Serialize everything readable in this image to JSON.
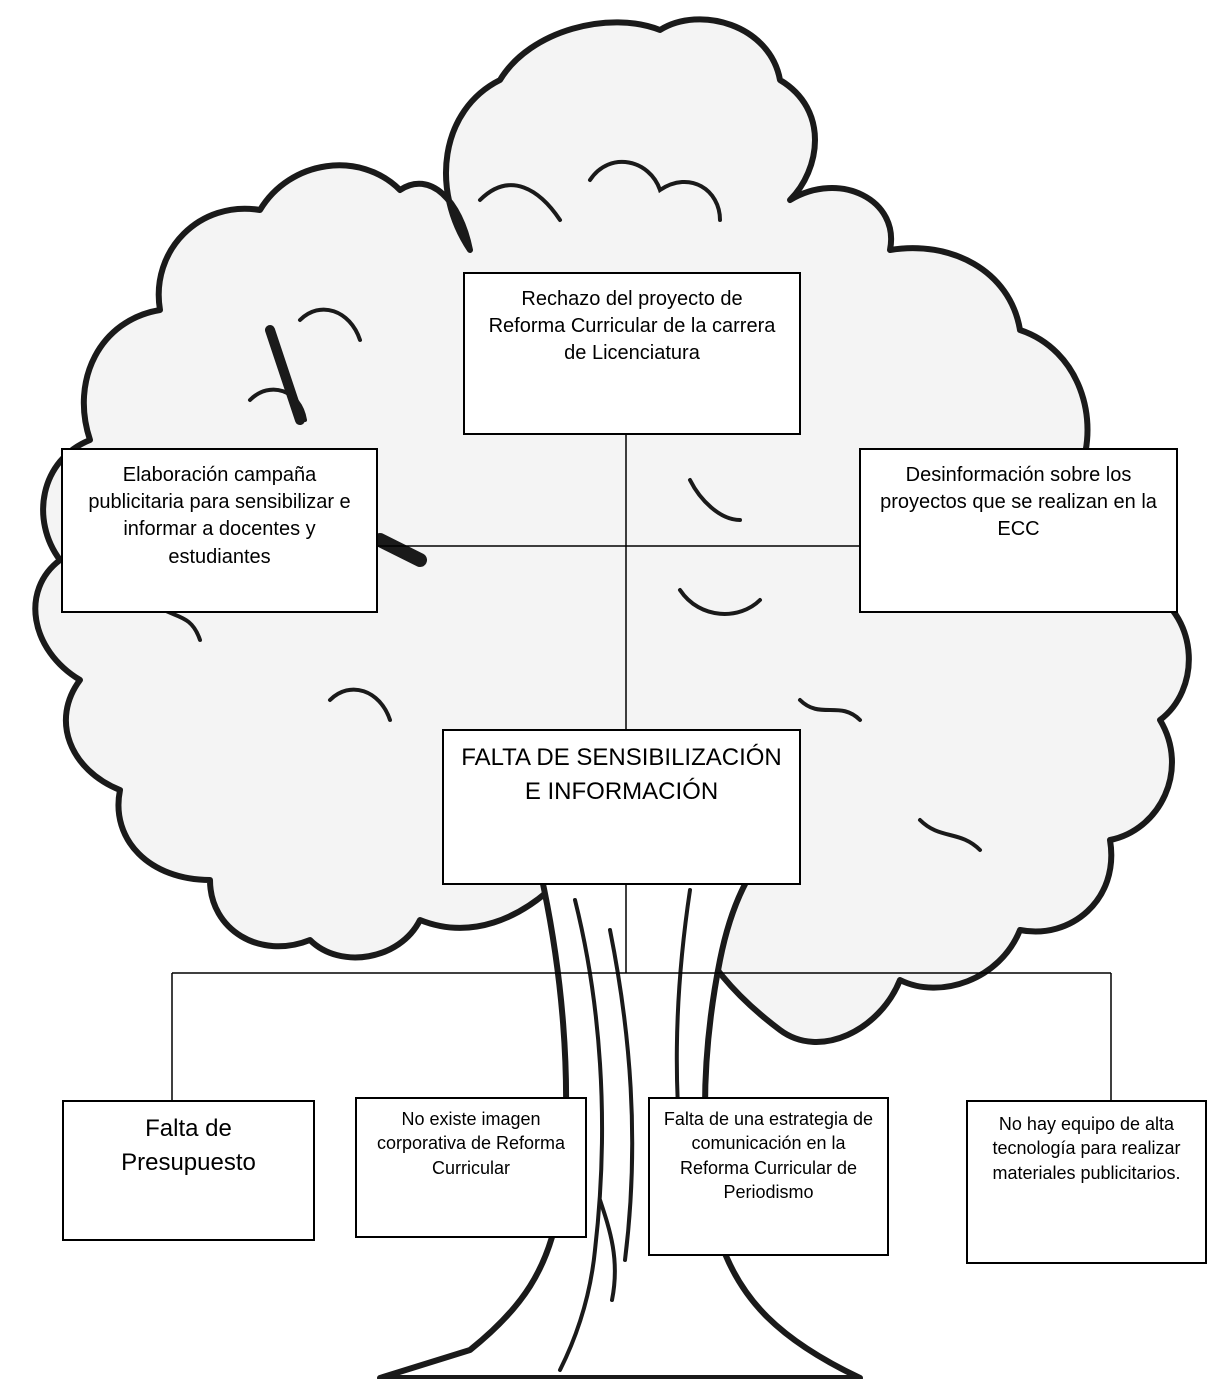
{
  "diagram": {
    "effect": {
      "text": "Rechazo del proyecto de Reforma Curricular de la carrera de Licenciatura"
    },
    "solution": {
      "text": "Elaboración campaña publicitaria para sensibilizar e informar a docentes y estudiantes"
    },
    "consequence": {
      "text": "Desinformación sobre los proyectos que se realizan en la ECC"
    },
    "central_problem": {
      "text": "FALTA DE SENSIBILIZACIÓN E INFORMACIÓN"
    },
    "causes": [
      {
        "text": "Falta de Presupuesto"
      },
      {
        "text": "No existe imagen corporativa de Reforma Curricular"
      },
      {
        "text": "Falta de una estrategia de comunicación en la Reforma Curricular de Periodismo"
      },
      {
        "text": "No hay equipo de alta tecnología para realizar materiales publicitarios."
      }
    ]
  },
  "colors": {
    "box_fill": "#ffffff",
    "box_border": "#000000",
    "tree_outline": "#1a1a1a",
    "tree_fill": "#f4f4f4"
  },
  "icons": {
    "background": "tree-icon"
  }
}
